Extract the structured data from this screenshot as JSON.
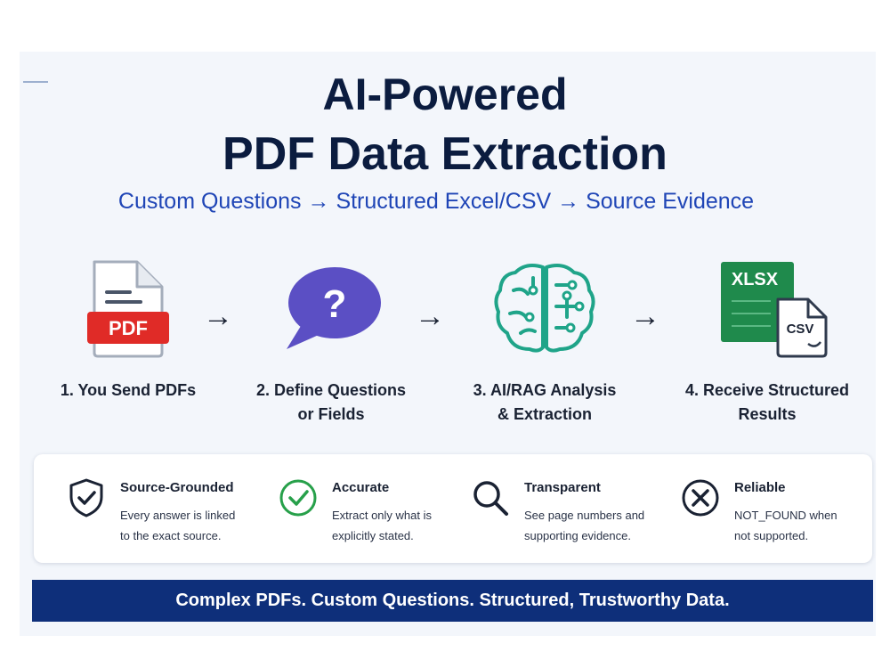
{
  "header": {
    "title_line1": "AI-Powered",
    "title_line2": "PDF Data Extraction",
    "subtitle": "Custom Questions → Structured Excel/CSV → Source Evidence"
  },
  "steps": [
    {
      "icon": "pdf-document-icon",
      "badge": "PDF",
      "label_line1": "1. You Send PDFs",
      "label_line2": ""
    },
    {
      "icon": "question-bubble-icon",
      "badge": "?",
      "label_line1": "2. Define Questions",
      "label_line2": "or Fields"
    },
    {
      "icon": "ai-brain-icon",
      "badge": "",
      "label_line1": "3. AI/RAG Analysis",
      "label_line2": "& Extraction"
    },
    {
      "icon": "xlsx-csv-files-icon",
      "badge": "XLSX",
      "badge2": "CSV",
      "label_line1": "4. Receive Structured",
      "label_line2": "Results"
    }
  ],
  "arrow_glyph": "→",
  "features": [
    {
      "icon": "shield-check-icon",
      "title": "Source-Grounded",
      "desc_line1": "Every answer is linked",
      "desc_line2": "to the exact source."
    },
    {
      "icon": "check-circle-icon",
      "title": "Accurate",
      "desc_line1": "Extract only what is",
      "desc_line2": "explicitly stated."
    },
    {
      "icon": "magnifier-icon",
      "title": "Transparent",
      "desc_line1": "See page numbers and",
      "desc_line2": "supporting evidence."
    },
    {
      "icon": "x-circle-icon",
      "title": "Reliable",
      "desc_line1": "NOT_FOUND when",
      "desc_line2": "not supported."
    }
  ],
  "tagline": "Complex PDFs. Custom Questions. Structured, Trustworthy Data.",
  "colors": {
    "navy": "#0b1c3f",
    "subtitle_blue": "#1f45b6",
    "pdf_red": "#e02b27",
    "bubble_purple": "#5b4fc4",
    "brain_teal": "#1fa489",
    "excel_green": "#1f8a4c",
    "tagline_bar": "#0e2f7a",
    "check_green": "#27a04a"
  }
}
